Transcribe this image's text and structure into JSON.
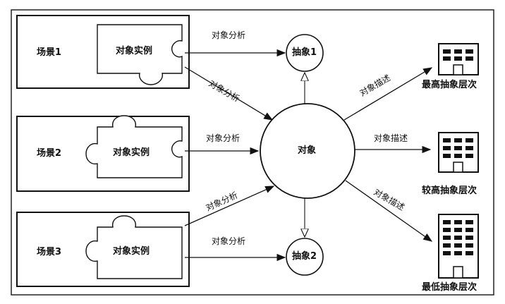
{
  "diagram": {
    "scenes": [
      {
        "label": "场景1",
        "instance": "对象实例",
        "arrow_label": "对象分析",
        "arrow_label_2": "对象分析"
      },
      {
        "label": "场景2",
        "instance": "对象实例",
        "arrow_label": "对象分析"
      },
      {
        "label": "场景3",
        "instance": "对象实例",
        "arrow_label": "对象分析",
        "arrow_label_2": "对象分析"
      }
    ],
    "center": {
      "label": "对象"
    },
    "abstractions": [
      {
        "label": "抽象1"
      },
      {
        "label": "抽象2"
      }
    ],
    "levels": [
      {
        "label": "最高抽象层次",
        "arrow_label": "对象描述"
      },
      {
        "label": "较高抽象层次",
        "arrow_label": "对象描述"
      },
      {
        "label": "最低抽象层次",
        "arrow_label": "对象描述"
      }
    ]
  }
}
